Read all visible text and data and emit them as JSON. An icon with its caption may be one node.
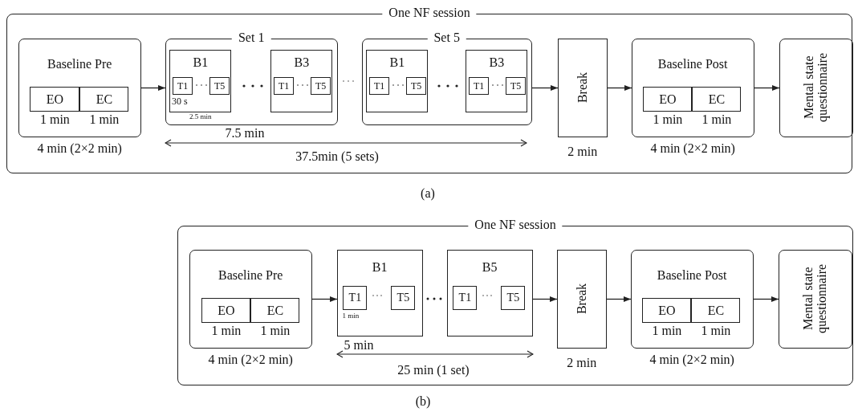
{
  "diagram": {
    "nodes": [
      {
        "text": [
          "One NF session"
        ]
      },
      {
        "text": [
          "Baseline Pre"
        ],
        "in": 0,
        "beside": [
          "4 min (2×2 min)"
        ]
      },
      {
        "text": [
          "EO"
        ],
        "in": 1,
        "beside": [
          "1 min"
        ]
      },
      {
        "text": [
          "EC"
        ],
        "in": 1,
        "beside": [
          "1 min"
        ]
      },
      {
        "text": [
          "Set 1"
        ],
        "in": 0
      },
      {
        "text": [
          "B1"
        ],
        "in": 4,
        "beside": [
          "2.5 min"
        ]
      },
      {
        "text": [
          "T1"
        ],
        "in": 5,
        "beside": [
          "30 s"
        ]
      },
      {
        "text": [
          "T5"
        ],
        "in": 5
      },
      {
        "text": [
          "B3"
        ],
        "in": 4
      },
      {
        "text": [
          "T1"
        ],
        "in": 8
      },
      {
        "text": [
          "T5"
        ],
        "in": 8
      },
      {
        "text": [
          "Set 5"
        ],
        "in": 0
      },
      {
        "text": [
          "B1"
        ],
        "in": 11
      },
      {
        "text": [
          "T1"
        ],
        "in": 12
      },
      {
        "text": [
          "T5"
        ],
        "in": 12
      },
      {
        "text": [
          "B3"
        ],
        "in": 11
      },
      {
        "text": [
          "T1"
        ],
        "in": 15
      },
      {
        "text": [
          "T5"
        ],
        "in": 15
      },
      {
        "text": [
          "Break"
        ],
        "in": 0,
        "beside": [
          "2 min"
        ]
      },
      {
        "text": [
          "Baseline Post"
        ],
        "in": 0,
        "beside": [
          "4 min (2×2 min)"
        ]
      },
      {
        "text": [
          "EO"
        ],
        "in": 19,
        "beside": [
          "1 min"
        ]
      },
      {
        "text": [
          "EC"
        ],
        "in": 19,
        "beside": [
          "1 min"
        ]
      },
      {
        "text": [
          "Mental state questionnaire"
        ],
        "in": 0
      },
      {
        "text": [
          "One NF session"
        ]
      },
      {
        "text": [
          "Baseline Pre"
        ],
        "in": 23,
        "beside": [
          "4 min (2×2 min)"
        ]
      },
      {
        "text": [
          "EO"
        ],
        "in": 24,
        "beside": [
          "1 min"
        ]
      },
      {
        "text": [
          "EC"
        ],
        "in": 24,
        "beside": [
          "1 min"
        ]
      },
      {
        "text": [
          "B1"
        ],
        "in": 23
      },
      {
        "text": [
          "T1"
        ],
        "in": 27,
        "beside": [
          "1 min"
        ]
      },
      {
        "text": [
          "T5"
        ],
        "in": 27
      },
      {
        "text": [
          "B5"
        ],
        "in": 23
      },
      {
        "text": [
          "T1"
        ],
        "in": 30
      },
      {
        "text": [
          "T5"
        ],
        "in": 30
      },
      {
        "text": [
          "Break"
        ],
        "in": 23,
        "beside": [
          "2 min"
        ]
      },
      {
        "text": [
          "Baseline Post"
        ],
        "in": 23,
        "beside": [
          "4 min (2×2 min)"
        ]
      },
      {
        "text": [
          "EO"
        ],
        "in": 34,
        "beside": [
          "1 min"
        ]
      },
      {
        "text": [
          "EC"
        ],
        "in": 34,
        "beside": [
          "1 min"
        ]
      },
      {
        "text": [
          "Mental state questionnaire"
        ],
        "in": 23
      }
    ],
    "edges": [
      {
        "from": 1,
        "to": 4,
        "arrow": "to"
      },
      {
        "from": 11,
        "to": 18,
        "arrow": "to"
      },
      {
        "from": 18,
        "to": 19,
        "arrow": "to"
      },
      {
        "from": 19,
        "to": 22,
        "arrow": "to"
      },
      {
        "from": 24,
        "to": 27,
        "arrow": "to"
      },
      {
        "from": 30,
        "to": 33,
        "arrow": "to"
      },
      {
        "from": 33,
        "to": 34,
        "arrow": "to"
      },
      {
        "from": 34,
        "to": 37,
        "arrow": "to"
      }
    ],
    "labels": [
      "7.5 min",
      "37.5min (5 sets)",
      "(a)",
      "5 min",
      "25 min (1 set)",
      "(b)"
    ]
  }
}
